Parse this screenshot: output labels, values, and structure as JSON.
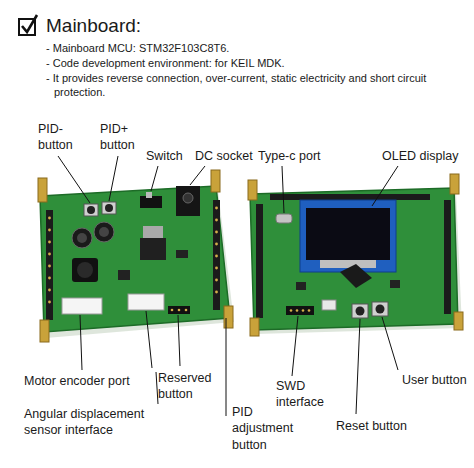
{
  "diagram": {
    "title": "Mainboard:",
    "labels": [
      "- Mainboard MCU: STM32F103C8T6.",
      "- Code development environment: for KEIL MDK.",
      "- It provides reverse connection, over-current, static electricity and short circuit protection.",
      "PID- button",
      "PID+ button",
      "Switch",
      "DC socket",
      "Type-c port",
      "OLED display",
      "Motor encoder port",
      "Reserved button",
      "Angular displacement sensor interface",
      "PID adjustment button",
      "SWD interface",
      "User button",
      "Reset button"
    ]
  }
}
